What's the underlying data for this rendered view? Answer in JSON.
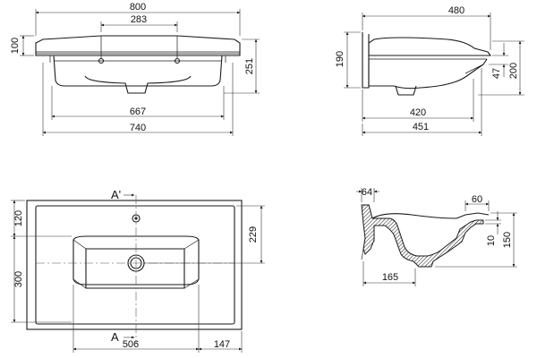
{
  "front_view": {
    "overall_width": "800",
    "tap_spacing": "283",
    "rim_height": "100",
    "total_height": "251",
    "bowl_width": "667",
    "body_width": "740"
  },
  "side_view": {
    "depth": "480",
    "rim_height": "190",
    "outlet_height": "47",
    "front_height": "200",
    "bowl_depth": "420",
    "body_depth": "451"
  },
  "top_view": {
    "section_mark_top": "A'",
    "section_mark_bottom": "A",
    "front_edge_to_tap": "120",
    "tap_to_drain": "229",
    "drain_to_back": "300",
    "bowl_length": "506",
    "side_margin": "147"
  },
  "section_view": {
    "rim_thickness": "64",
    "front_lip": "60",
    "lip_height": "10",
    "section_height": "150",
    "drain_offset": "165"
  }
}
